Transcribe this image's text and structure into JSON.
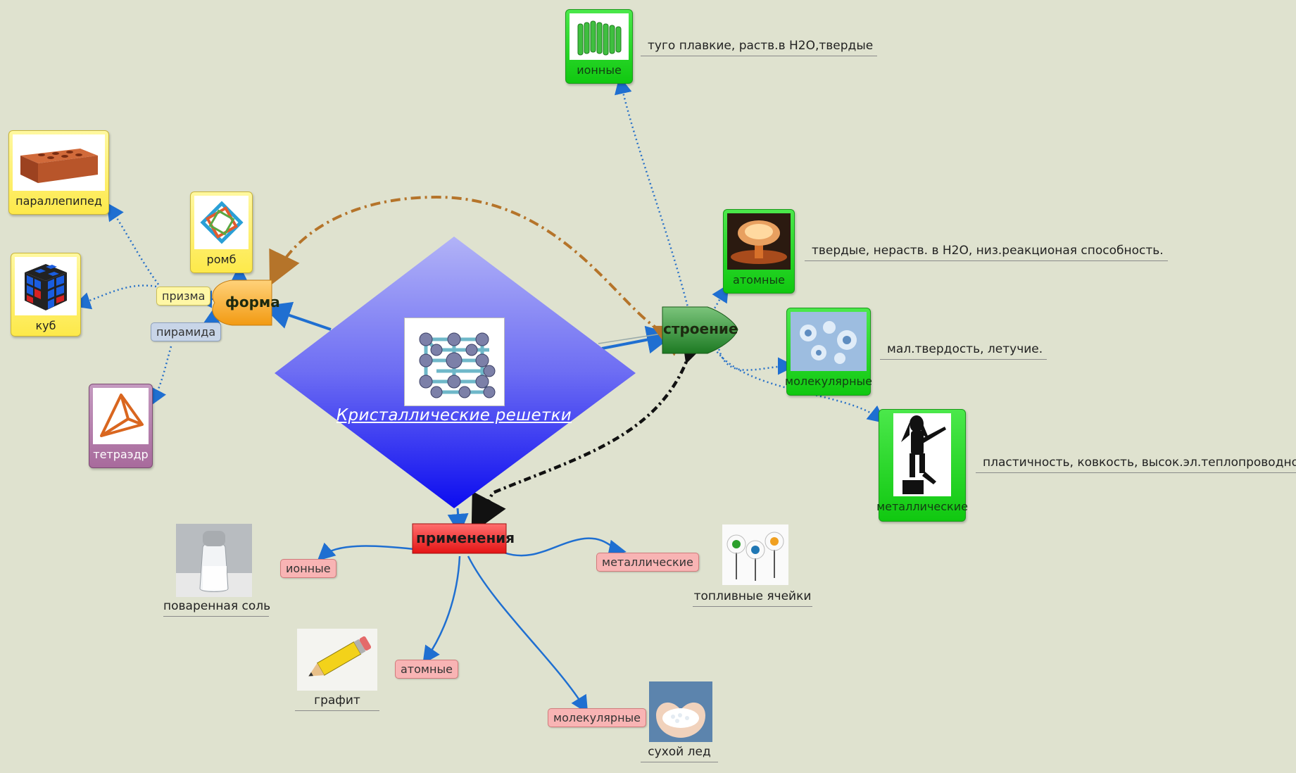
{
  "central": {
    "title": "Кристаллические  решетки",
    "icon": "crystal-lattice-icon"
  },
  "branches": {
    "forma": "форма",
    "stroenie": "строение",
    "primenenia": "применения"
  },
  "forma_children": {
    "prizma": "призма",
    "piramida": "пирамида",
    "parallelepiped": "параллепипед",
    "romb": "ромб",
    "kub": "куб",
    "tetraedr": "тетраэдр"
  },
  "stroenie_children": {
    "ionnye": {
      "label": "ионные",
      "note": "туго плавкие, раств.в H2O,твердые"
    },
    "atomnye": {
      "label": "атомные",
      "note": "твердые, нераств. в H2O, низ.реакционая способность."
    },
    "molekulyarnye": {
      "label": "молекулярные",
      "note": "мал.твердость, летучие."
    },
    "metallicheskie": {
      "label": "металлические",
      "note": "пластичность, ковкость, высок.эл.теплопроводность"
    }
  },
  "primenenia_children": {
    "ionnye": {
      "label": "ионные",
      "caption": "поваренная соль"
    },
    "atomnye": {
      "label": "атомные",
      "caption": "графит"
    },
    "molekulyarnye": {
      "label": "молекулярные",
      "caption": "сухой лед"
    },
    "metallicheskie": {
      "label": "металлические",
      "caption": "топливные ячейки"
    }
  },
  "colors": {
    "background": "#dfe2cf",
    "central_top": "#a9aaf6",
    "central_bottom": "#1010ee",
    "connector_blue": "#1f6fd1",
    "dotted_blue": "#2a72c8",
    "relation_brown": "#b5742a",
    "relation_black": "#111111"
  }
}
